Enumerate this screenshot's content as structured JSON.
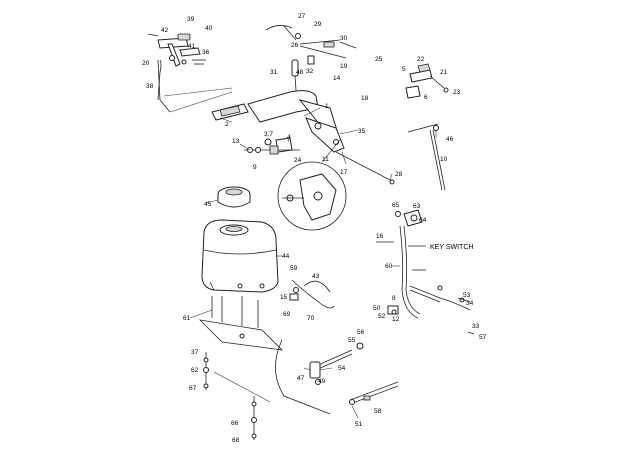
{
  "diagram": {
    "key_switch_label": "KEY SWITCH",
    "callouts": [
      "1",
      "2",
      "3,7",
      "4",
      "5",
      "6",
      "8",
      "9",
      "10",
      "11",
      "12",
      "13",
      "14",
      "15",
      "16",
      "17",
      "18",
      "19",
      "20",
      "21",
      "22",
      "23",
      "24",
      "25",
      "26",
      "27",
      "28",
      "29",
      "30",
      "31",
      "32",
      "33",
      "34",
      "35",
      "36",
      "37",
      "38",
      "39",
      "40",
      "41",
      "42",
      "43",
      "44",
      "45",
      "46",
      "47",
      "48",
      "49",
      "50",
      "51",
      "52",
      "53",
      "54",
      "55",
      "56",
      "57",
      "58",
      "59",
      "60",
      "61",
      "62",
      "63",
      "64",
      "65",
      "66",
      "67",
      "68",
      "69",
      "70"
    ]
  }
}
